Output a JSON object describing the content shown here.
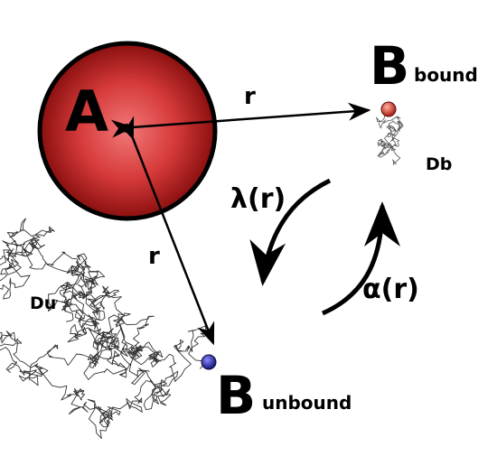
{
  "labels": {
    "sphere": "A",
    "distance_top": "r",
    "distance_left": "r",
    "b_bound_main": "B",
    "b_bound_sub": "bound",
    "b_unbound_main": "B",
    "b_unbound_sub": "unbound",
    "db": "Db",
    "du": "Du",
    "lambda": "λ(r)",
    "alpha": "α(r)"
  },
  "colors": {
    "sphere_center": "#f27878",
    "sphere_edge": "#8a0f0f",
    "bound_bead": "#d23a2a",
    "unbound_bead": "#2a2aa8",
    "stroke": "#000000"
  }
}
